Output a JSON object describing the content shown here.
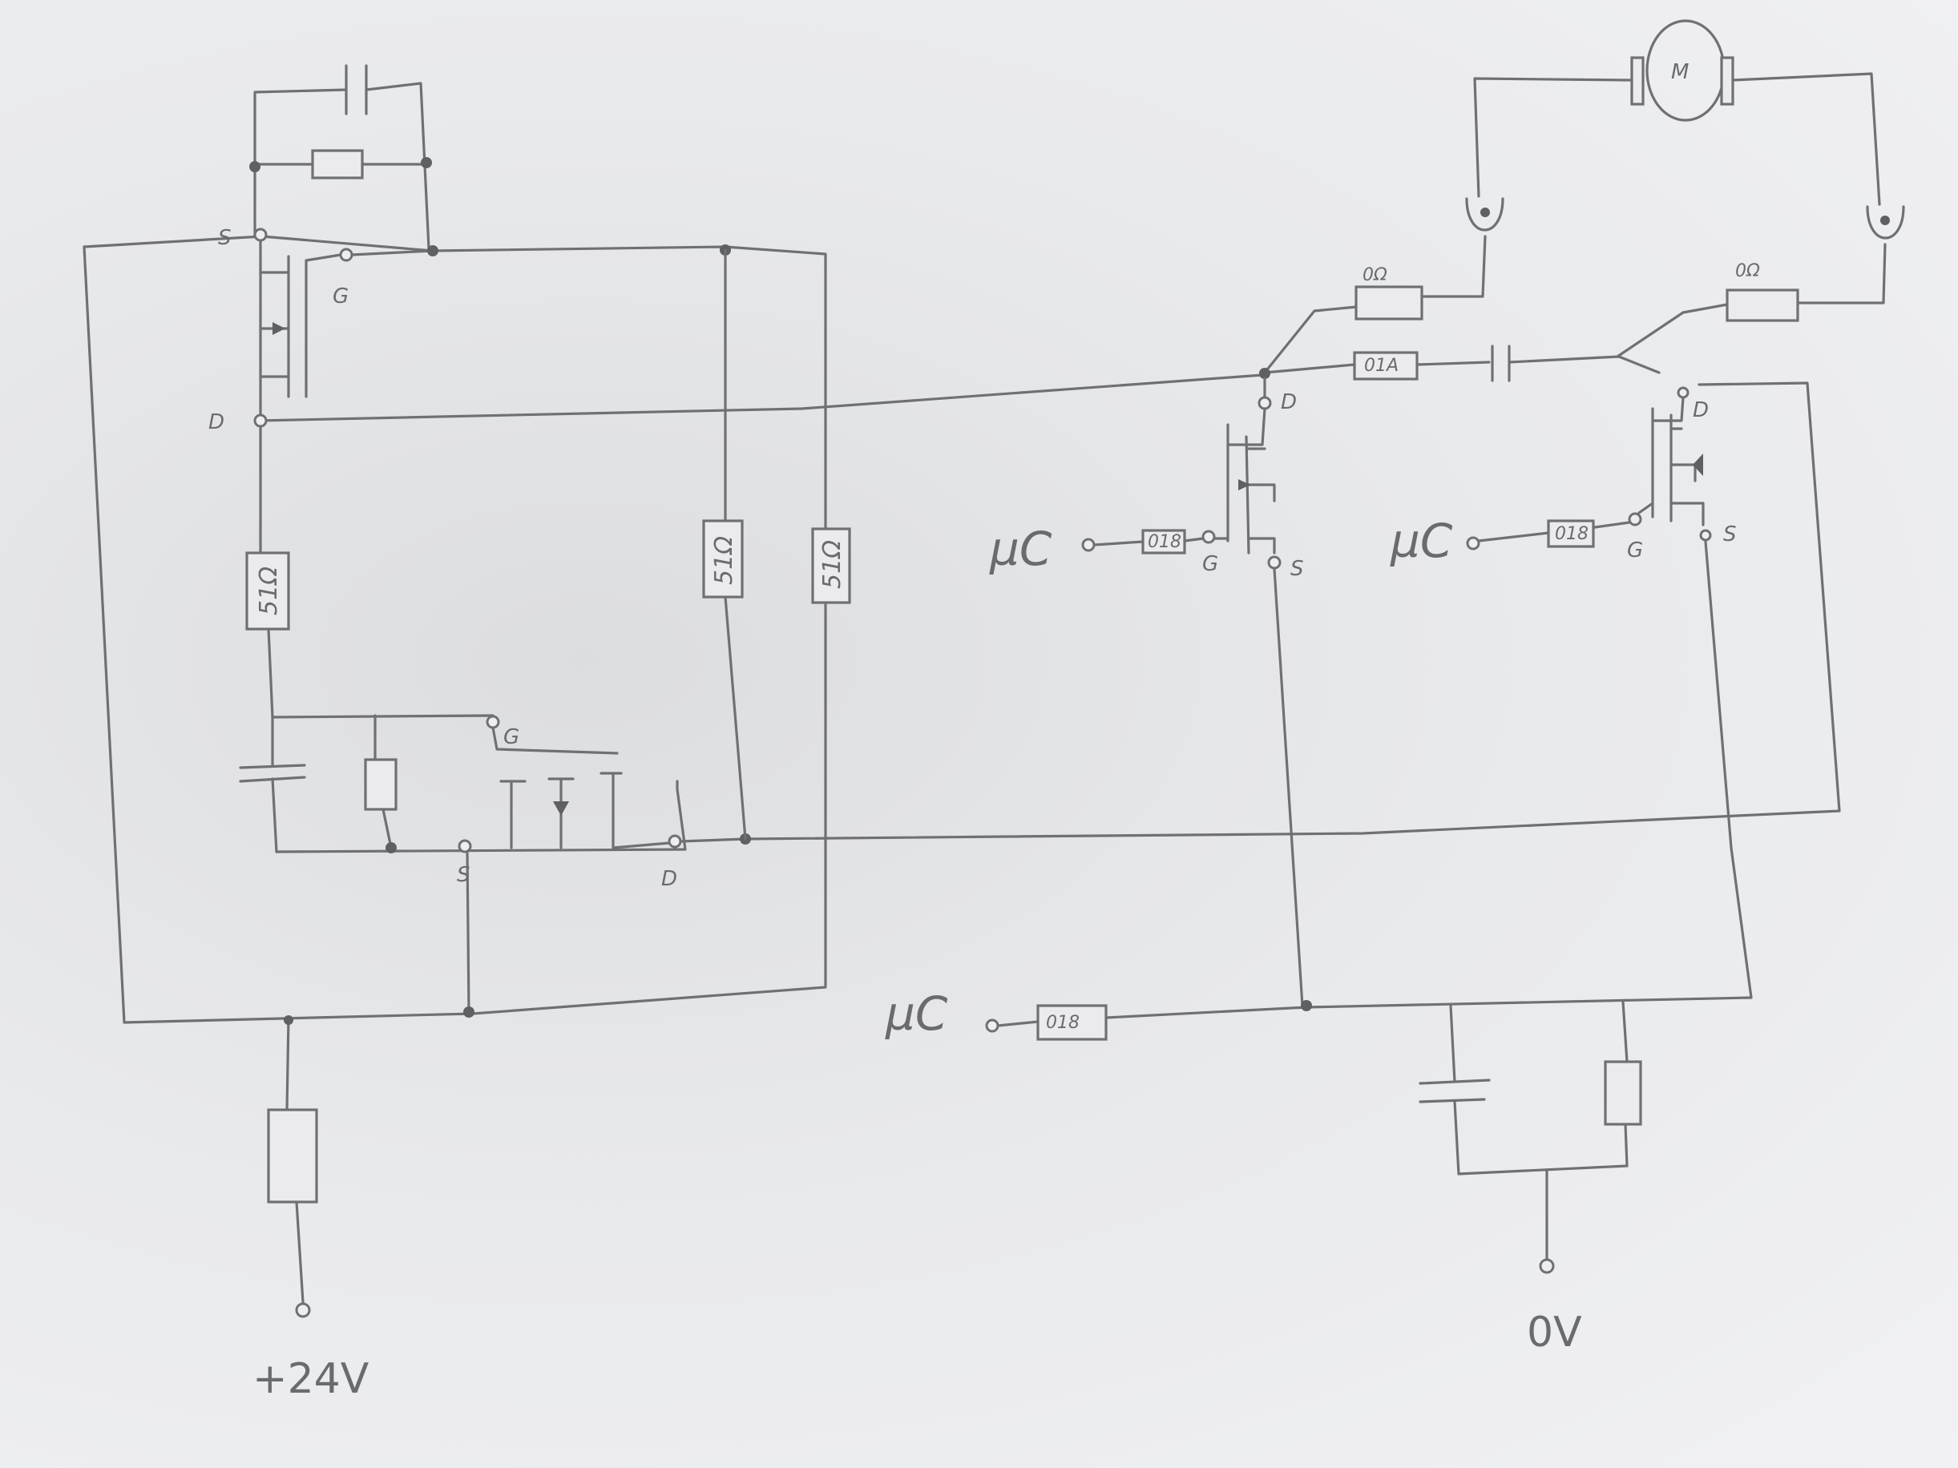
{
  "labels": {
    "supply_pos": "+24V",
    "supply_gnd": "0V",
    "motor": "M",
    "mc": "µC",
    "pin_s": "S",
    "pin_d": "D",
    "pin_g": "G",
    "res_51": "51Ω",
    "res_018": "018",
    "res_01a": "01A",
    "res_0r": "0Ω"
  }
}
